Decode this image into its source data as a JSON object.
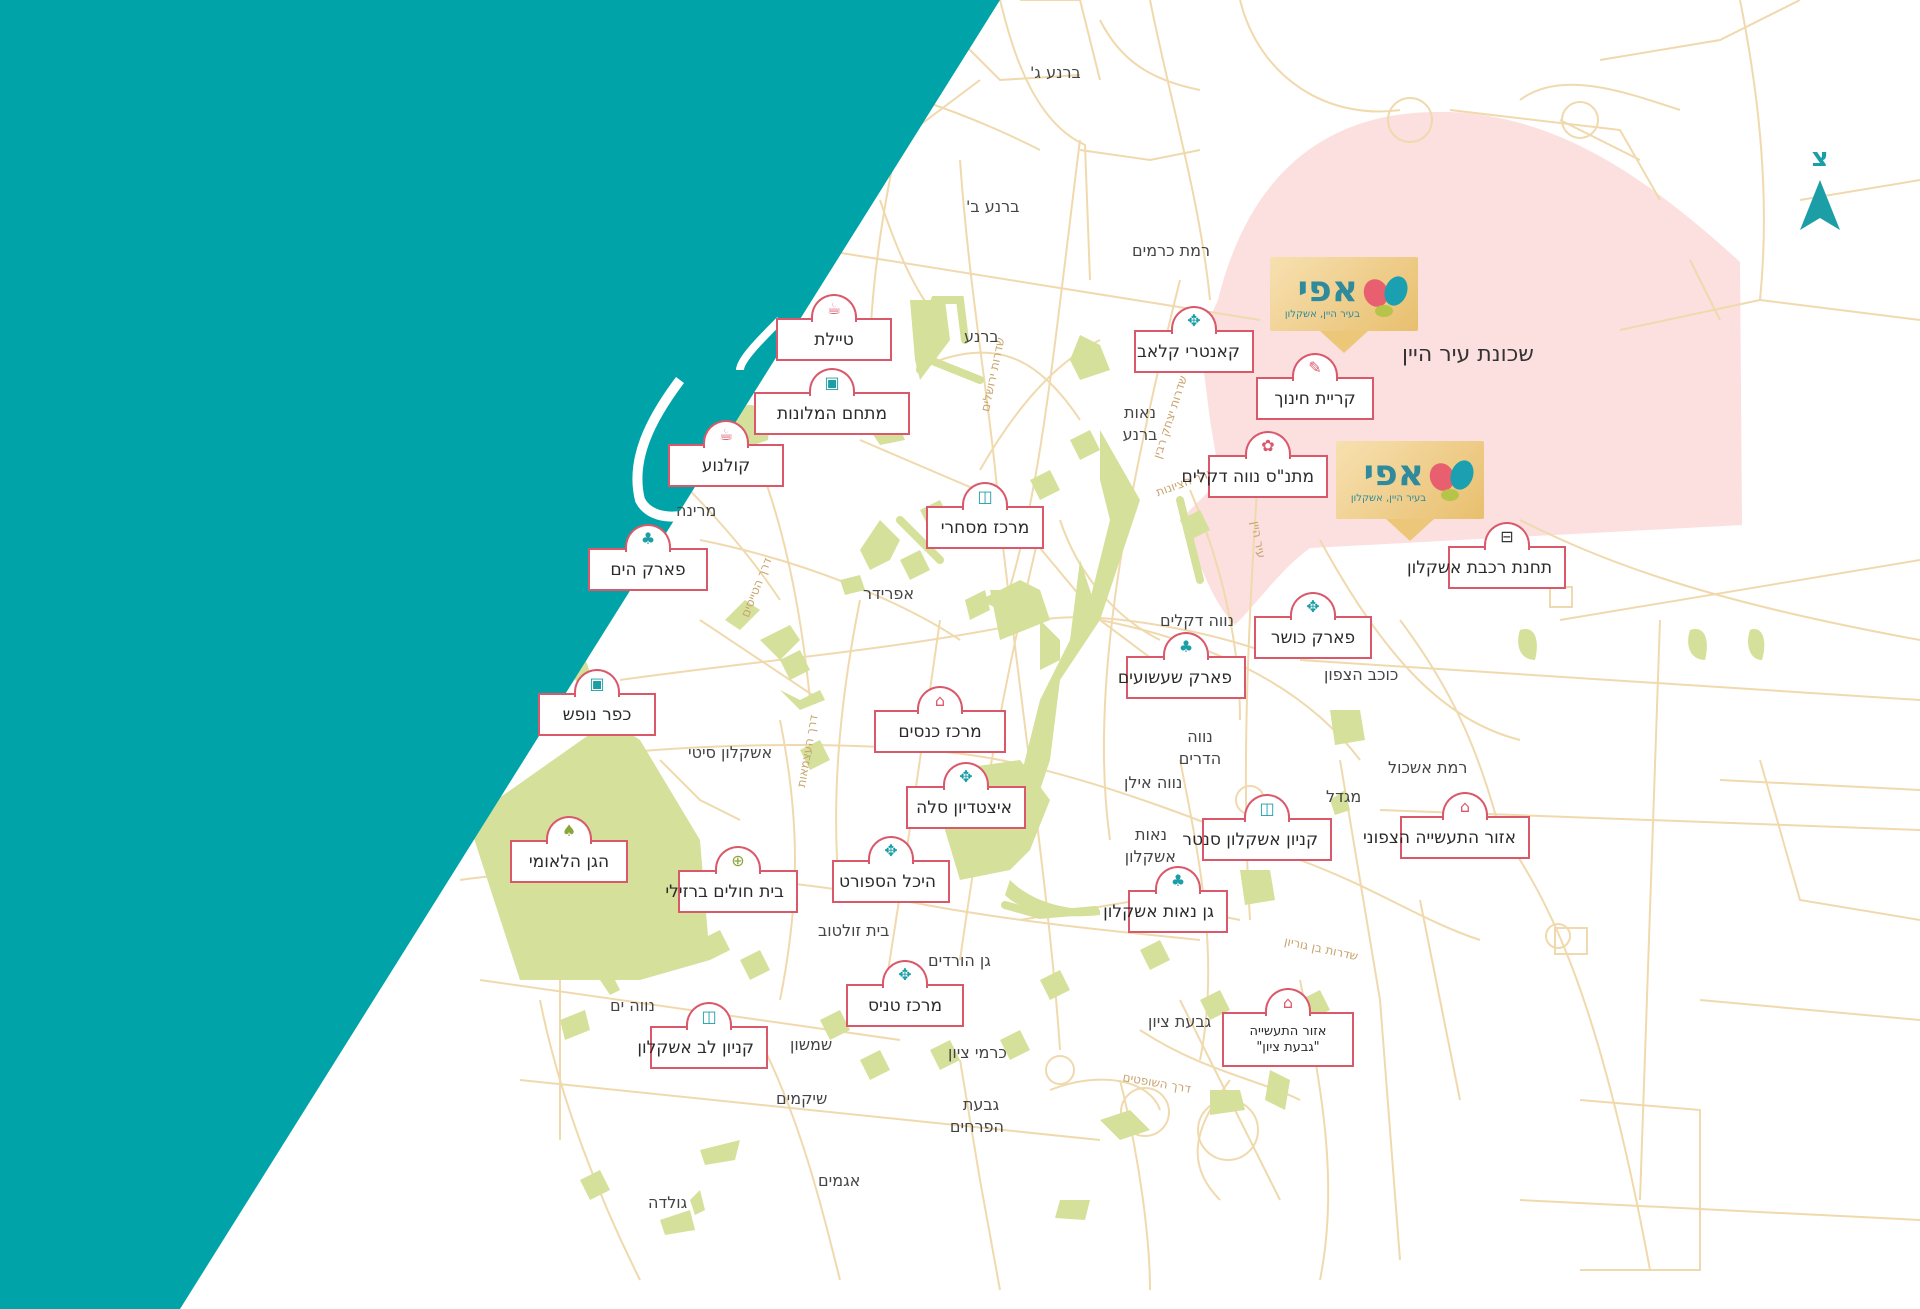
{
  "colors": {
    "sea": "#00a3a7",
    "road": "#f0d9ad",
    "park": "#d5e09a",
    "highlight": "#fbe0df",
    "marker": "#d9586a",
    "accent": "#1c9ea6"
  },
  "compass": {
    "label": "צ",
    "icon": "north-arrow-icon"
  },
  "neighborhood": "שכונת עיר היין",
  "logos": [
    {
      "word": "אפי",
      "tagline": "בעיר היין, אשקלון"
    },
    {
      "word": "אפי",
      "tagline": "בעיר היין, אשקלון"
    }
  ],
  "pois": [
    {
      "label": "טיילת",
      "icon": "cafe-icon"
    },
    {
      "label": "מתחם המלונות",
      "icon": "suitcase-icon"
    },
    {
      "label": "קולנוע",
      "icon": "cafe-icon"
    },
    {
      "label": "פארק הים",
      "icon": "park-bench-icon"
    },
    {
      "label": "כפר נופש",
      "icon": "suitcase-icon"
    },
    {
      "label": "הגן הלאומי",
      "icon": "tree-icon"
    },
    {
      "label": "בית חולים ברזילי",
      "icon": "hospital-icon"
    },
    {
      "label": "מרכז מסחרי",
      "icon": "shopping-bag-icon"
    },
    {
      "label": "מרכז כנסים",
      "icon": "factory-icon"
    },
    {
      "label": "איצטדיון סלה",
      "icon": "dumbbell-icon"
    },
    {
      "label": "היכל הספורט",
      "icon": "dumbbell-icon"
    },
    {
      "label": "מרכז טניס",
      "icon": "dumbbell-icon"
    },
    {
      "label": "קניון לב אשקלון",
      "icon": "shopping-bag-icon"
    },
    {
      "label": "קאנטרי קלאב",
      "icon": "dumbbell-icon"
    },
    {
      "label": "קריית חינוך",
      "icon": "pencil-cup-icon"
    },
    {
      "label": "מתנ\"ס נווה דקלים",
      "icon": "flower-icon"
    },
    {
      "label": "תחנת רכבת אשקלון",
      "icon": "train-icon"
    },
    {
      "label": "פארק כושר",
      "icon": "dumbbell-icon"
    },
    {
      "label": "פארק שעשועים",
      "icon": "park-bench-icon"
    },
    {
      "label": "קניון  אשקלון סנטר",
      "icon": "shopping-bag-icon"
    },
    {
      "label": "גן נאות אשקלון",
      "icon": "park-bench-icon"
    },
    {
      "label": "אזור התעשייה הצפוני",
      "icon": "factory-icon"
    },
    {
      "label": "אזור התעשייה \"גבעת ציון\"",
      "icon": "factory-icon"
    }
  ],
  "areas": [
    "ברנע ג'",
    "ברנע ב'",
    "ברנע",
    "רמת כרמים",
    "נאות ברנע",
    "מרינה",
    "אפרידר",
    "אשקלון סיטי",
    "נווה דקלים",
    "כוכב הצפון",
    "נווה הדרים",
    "נווה אילן",
    "נאות אשקלון",
    "מגדל",
    "רמת אשכול",
    "בית זולטוב",
    "גן הורדים",
    "נווה ים",
    "שמשון",
    "כרמי ציון",
    "גבעת ציון",
    "שיקמים",
    "גבעת הפרחים",
    "אגמים",
    "גולדה"
  ],
  "streets": [
    "שדרות ירושלים",
    "שדרות יצחק רבין",
    "דרך הציונות",
    "שדרות בן גוריון",
    "דרך הטייסים",
    "דרך העצמאות",
    "דרך השופטים",
    "עיר היין"
  ]
}
